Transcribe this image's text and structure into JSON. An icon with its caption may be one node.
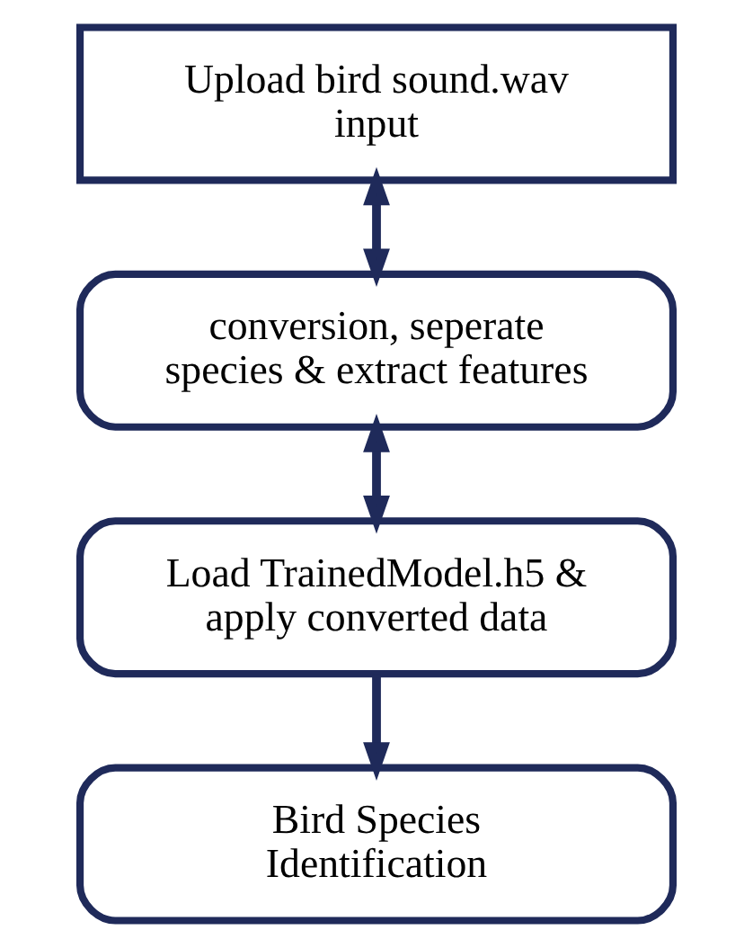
{
  "diagram": {
    "nodes": [
      {
        "text": [
          "Upload bird sound.wav input"
        ]
      },
      {
        "text": [
          "conversion, seperate species & extract features"
        ]
      },
      {
        "text": [
          "Load TrainedModel.h5 & apply converted data"
        ]
      },
      {
        "text": [
          "Bird Species Identification"
        ]
      }
    ],
    "edges": [
      {
        "from": 0,
        "to": 1,
        "arrow": "both"
      },
      {
        "from": 1,
        "to": 2,
        "arrow": "both"
      },
      {
        "from": 2,
        "to": 3,
        "arrow": "to"
      }
    ]
  }
}
